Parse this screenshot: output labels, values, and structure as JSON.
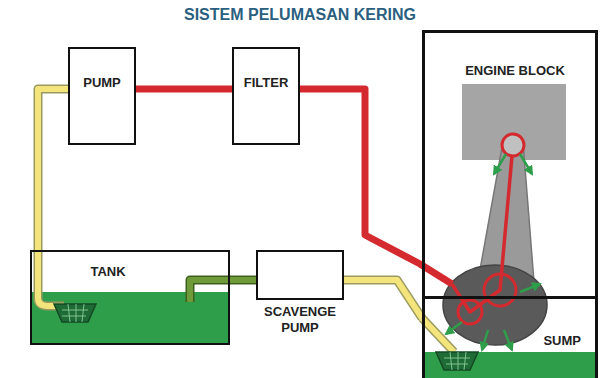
{
  "diagram": {
    "title": "SISTEM PELUMASAN KERING",
    "nodes": [
      {
        "text": [
          "PUMP"
        ]
      },
      {
        "text": [
          "FILTER"
        ]
      },
      {
        "text": [
          "ENGINE BLOCK"
        ]
      },
      {
        "text": [
          "TANK"
        ]
      },
      {
        "text": [
          "SCAVENGE PUMP"
        ]
      },
      {
        "text": [
          "SUMP"
        ]
      }
    ],
    "edges": [
      {
        "from": 3,
        "to": 0,
        "arrow": "none"
      },
      {
        "from": 0,
        "to": 1,
        "arrow": "none"
      },
      {
        "from": 1,
        "to": 2,
        "arrow": "none"
      },
      {
        "from": 5,
        "to": 4,
        "arrow": "none"
      },
      {
        "from": 4,
        "to": 3,
        "arrow": "none"
      }
    ]
  }
}
